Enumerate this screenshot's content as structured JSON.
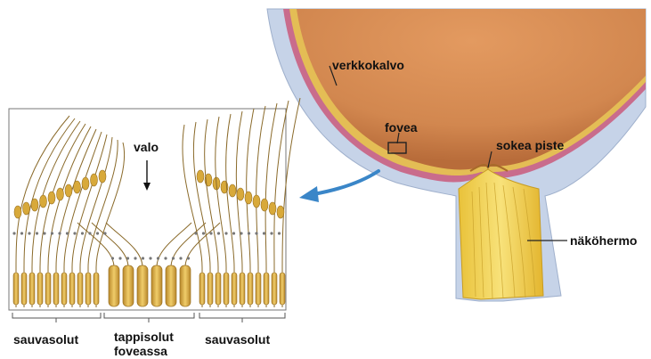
{
  "labels": {
    "retina": "verkkokalvo",
    "fovea": "fovea",
    "blind_spot": "sokea piste",
    "optic_nerve": "näköhermo",
    "light": "valo",
    "rods_left": "sauvasolut",
    "cones_line1": "tappisolut",
    "cones_line2": "foveassa",
    "rods_right": "sauvasolut"
  },
  "colors": {
    "eye_interior": "#d48a52",
    "sclera": "#c9d6ea",
    "choroid": "#c9698a",
    "retina_line": "#e0b84a",
    "nerve_fibers": "#f2d33e",
    "photoreceptor": "#d8a93a",
    "arrow": "#3a86c8",
    "inset_border": "#6b6b6b"
  }
}
